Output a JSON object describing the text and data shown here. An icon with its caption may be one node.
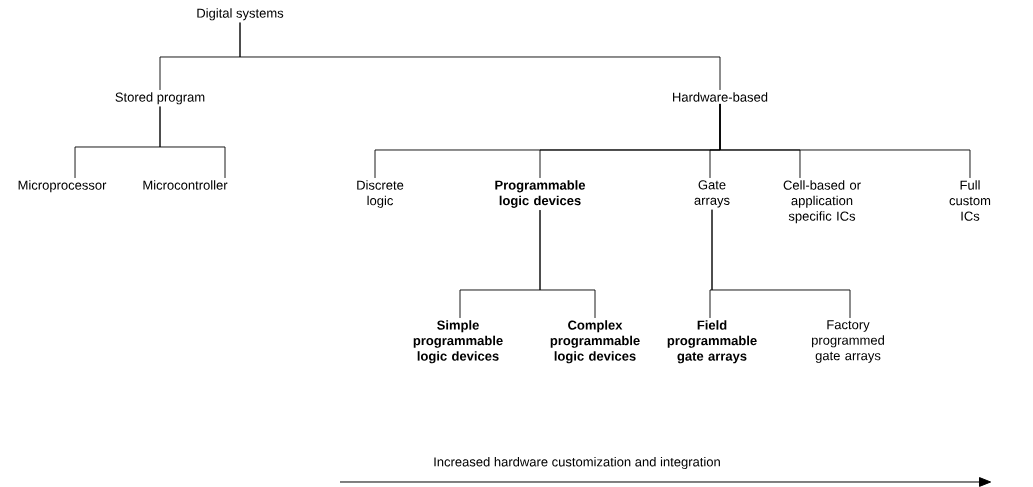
{
  "diagram": {
    "nodes": [
      {
        "text": [
          "Digital systems"
        ]
      },
      {
        "text": [
          "Stored program"
        ]
      },
      {
        "text": [
          "Hardware-based"
        ]
      },
      {
        "text": [
          "Microprocessor"
        ]
      },
      {
        "text": [
          "Microcontroller"
        ]
      },
      {
        "text": [
          "Discrete logic"
        ]
      },
      {
        "text": [
          "Programmable logic devices"
        ]
      },
      {
        "text": [
          "Gate arrays"
        ]
      },
      {
        "text": [
          "Cell-based or application specific ICs"
        ]
      },
      {
        "text": [
          "Full custom ICs"
        ]
      },
      {
        "text": [
          "Simple programmable logic devices"
        ]
      },
      {
        "text": [
          "Complex programmable logic devices"
        ]
      },
      {
        "text": [
          "Field programmable gate arrays"
        ]
      },
      {
        "text": [
          "Factory programmed gate arrays"
        ]
      }
    ],
    "edges": [
      {
        "from": 0,
        "to": 1,
        "arrow": "none"
      },
      {
        "from": 0,
        "to": 2,
        "arrow": "none"
      },
      {
        "from": 1,
        "to": 3,
        "arrow": "none"
      },
      {
        "from": 1,
        "to": 4,
        "arrow": "none"
      },
      {
        "from": 2,
        "to": 5,
        "arrow": "none"
      },
      {
        "from": 2,
        "to": 6,
        "arrow": "none"
      },
      {
        "from": 2,
        "to": 7,
        "arrow": "none"
      },
      {
        "from": 2,
        "to": 8,
        "arrow": "none"
      },
      {
        "from": 2,
        "to": 9,
        "arrow": "none"
      },
      {
        "from": 6,
        "to": 10,
        "arrow": "none"
      },
      {
        "from": 6,
        "to": 11,
        "arrow": "none"
      },
      {
        "from": 7,
        "to": 12,
        "arrow": "none"
      },
      {
        "from": 7,
        "to": 13,
        "arrow": "none"
      }
    ],
    "labels": [
      "Increased hardware customization and integration"
    ]
  }
}
